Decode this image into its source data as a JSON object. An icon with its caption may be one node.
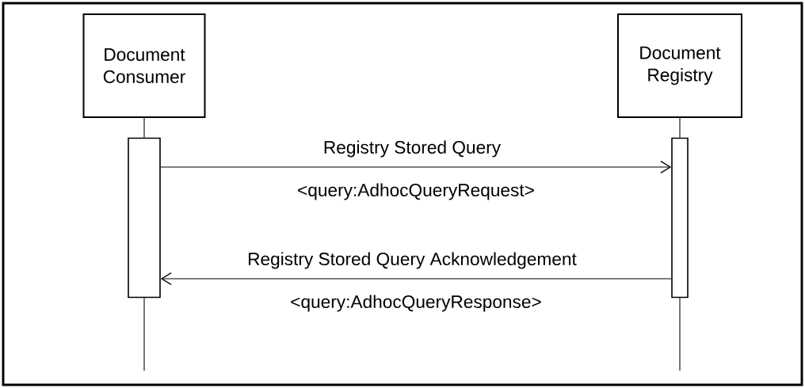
{
  "diagram": {
    "nodes": [
      {
        "text": [
          "Document Consumer"
        ]
      },
      {
        "text": [
          "Document Registry"
        ]
      },
      {
        "text": [],
        "shape": "bar"
      },
      {
        "text": [],
        "shape": "bar"
      }
    ],
    "edges": [
      {
        "from": 0,
        "to": 2,
        "arrow": "none"
      },
      {
        "from": 1,
        "to": 3,
        "arrow": "none"
      },
      {
        "from": 2,
        "to": null,
        "arrow": "none"
      },
      {
        "from": 3,
        "to": null,
        "arrow": "none"
      },
      {
        "from": 2,
        "to": 3,
        "arrow": "to",
        "label": "Registry Stored Query"
      },
      {
        "from": 3,
        "to": 2,
        "arrow": "to",
        "label": "Registry Stored Query Acknowledgement"
      }
    ],
    "labels": [
      "<query:AdhocQueryRequest>",
      "<query:AdhocQueryResponse>"
    ]
  }
}
